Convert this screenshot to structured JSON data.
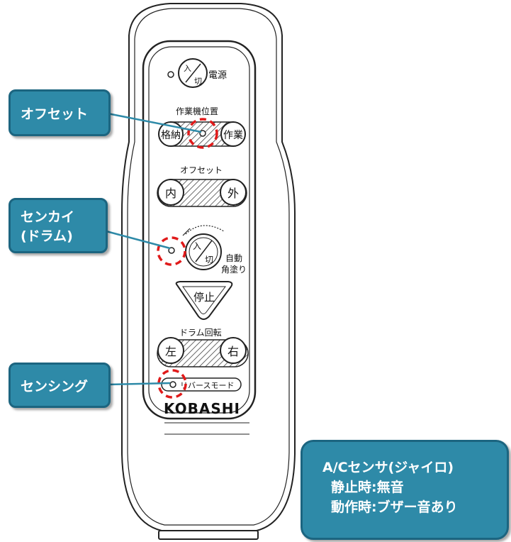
{
  "remote": {
    "power_button": {
      "top": "入",
      "bottom": "切"
    },
    "power_label": "電源",
    "work_position_title": "作業機位置",
    "stow_label": "格納",
    "work_label": "作業",
    "offset_title": "オフセット",
    "inner_label": "内",
    "outer_label": "外",
    "auto_button": {
      "top": "入",
      "bottom": "切"
    },
    "auto_label": [
      "自動",
      "角塗り"
    ],
    "stop_label": "停止",
    "drum_rotation_title": "ドラム回転",
    "left_label": "左",
    "right_label": "右",
    "reverse_mode_label": "リバースモード",
    "brand_logo": "KOBASHI"
  },
  "callouts": {
    "offset": "オフセット",
    "senkai": [
      "センカイ",
      "(ドラム)"
    ],
    "sensing": "センシング"
  },
  "info_box": {
    "title": "A/Cセンサ(ジャイロ)",
    "stationary": "静止時:無音",
    "moving": "動作時:ブザー音あり"
  },
  "colors": {
    "callout_fill": "#2e8aa8",
    "callout_border": "#1c6580",
    "highlight_circle": "#e01a1a",
    "outline": "#222222"
  }
}
